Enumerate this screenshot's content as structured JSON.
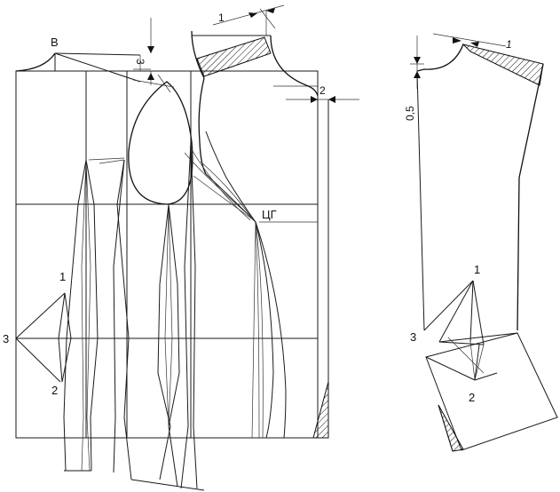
{
  "labels": {
    "point_b": "В",
    "point_cg": "ЦГ",
    "dim_top_1": "1",
    "dim_3": "3",
    "dim_2": "2",
    "dim_right_1": "1",
    "dim_05": "0,5",
    "left_p1": "1",
    "left_p2": "2",
    "left_p3": "3",
    "right_p1": "1",
    "right_p2": "2",
    "right_p3": "3"
  }
}
